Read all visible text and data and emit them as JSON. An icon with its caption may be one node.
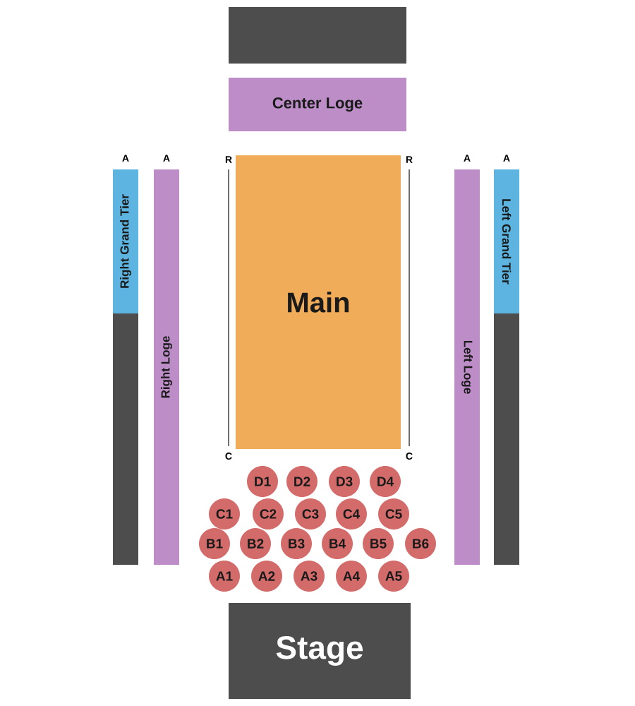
{
  "diagram": {
    "nodes": [
      {
        "text": [],
        "shape": "box"
      },
      {
        "text": [
          "Center Loge"
        ]
      },
      {
        "text": [
          "Right Grand Tier"
        ]
      },
      {
        "text": [
          "Right Loge"
        ]
      },
      {
        "text": [
          "Main"
        ]
      },
      {
        "text": [
          "Left Loge"
        ]
      },
      {
        "text": [
          "Left Grand Tier"
        ]
      },
      {
        "text": [],
        "shape": "box"
      },
      {
        "text": [],
        "shape": "box"
      },
      {
        "text": [
          "D1"
        ]
      },
      {
        "text": [
          "D2"
        ]
      },
      {
        "text": [
          "D3"
        ]
      },
      {
        "text": [
          "D4"
        ]
      },
      {
        "text": [
          "C1"
        ]
      },
      {
        "text": [
          "C2"
        ]
      },
      {
        "text": [
          "C3"
        ]
      },
      {
        "text": [
          "C4"
        ]
      },
      {
        "text": [
          "C5"
        ]
      },
      {
        "text": [
          "B1"
        ]
      },
      {
        "text": [
          "B2"
        ]
      },
      {
        "text": [
          "B3"
        ]
      },
      {
        "text": [
          "B4"
        ]
      },
      {
        "text": [
          "B5"
        ]
      },
      {
        "text": [
          "B6"
        ]
      },
      {
        "text": [
          "A1"
        ]
      },
      {
        "text": [
          "A2"
        ]
      },
      {
        "text": [
          "A3"
        ]
      },
      {
        "text": [
          "A4"
        ]
      },
      {
        "text": [
          "A5"
        ]
      },
      {
        "text": [
          "Stage"
        ]
      }
    ],
    "labels": [
      "A",
      "A",
      "R",
      "R",
      "A",
      "A",
      "C",
      "C"
    ]
  }
}
